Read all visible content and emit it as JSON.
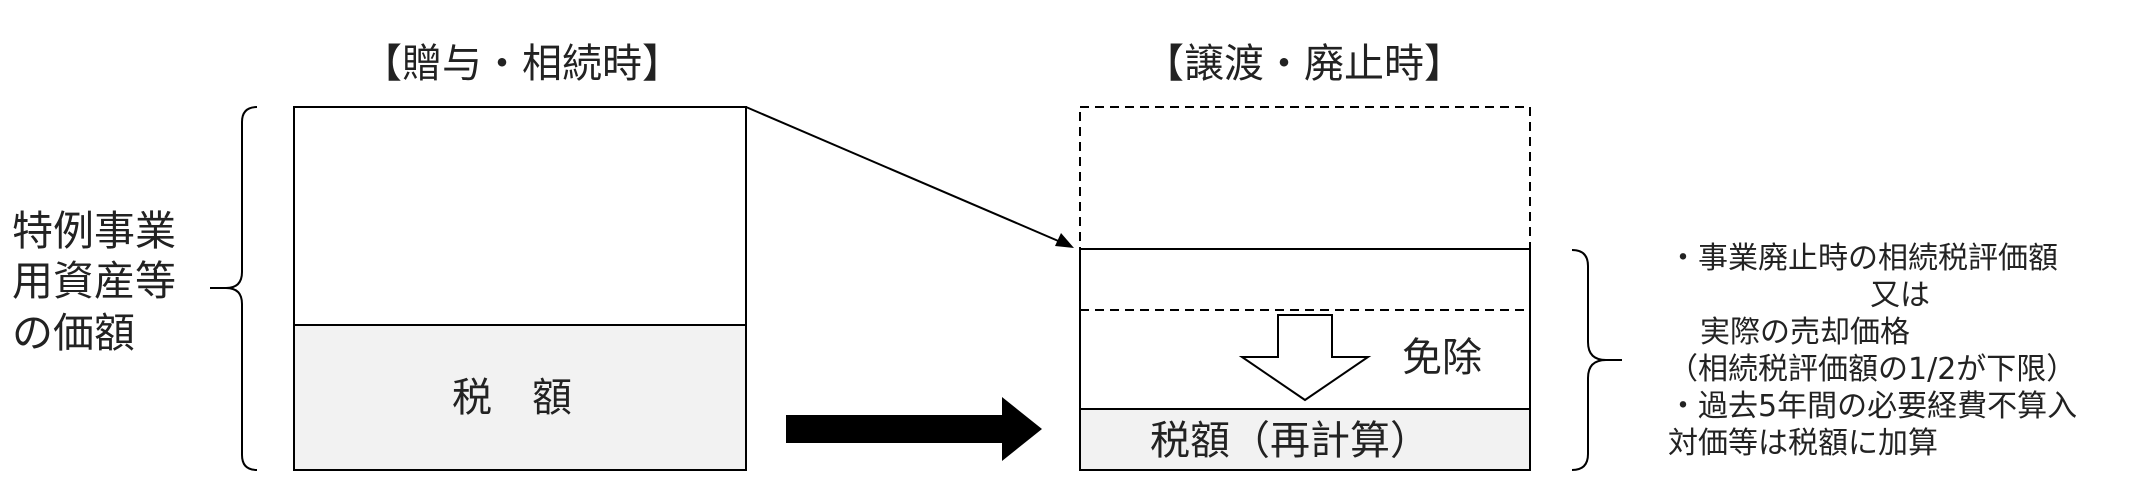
{
  "left_title": "【贈与・相続時】",
  "right_title": "【譲渡・廃止時】",
  "left_label": [
    "特例事業",
    "用資産等",
    "の価額"
  ],
  "left_tax": "税　額",
  "exemption": "免除",
  "recalc_tax": "税額（再計算）",
  "notes": {
    "line1": "・事業廃止時の相続税評価額",
    "line2": "又は",
    "line3": "実際の売却価格",
    "line4": "（相続税評価額の1/2が下限）",
    "line5": "・過去5年間の必要経費不算入",
    "line6": "対価等は税額に加算"
  },
  "colors": {
    "tax_fill": "#f2f2f2",
    "stroke": "#000000"
  }
}
